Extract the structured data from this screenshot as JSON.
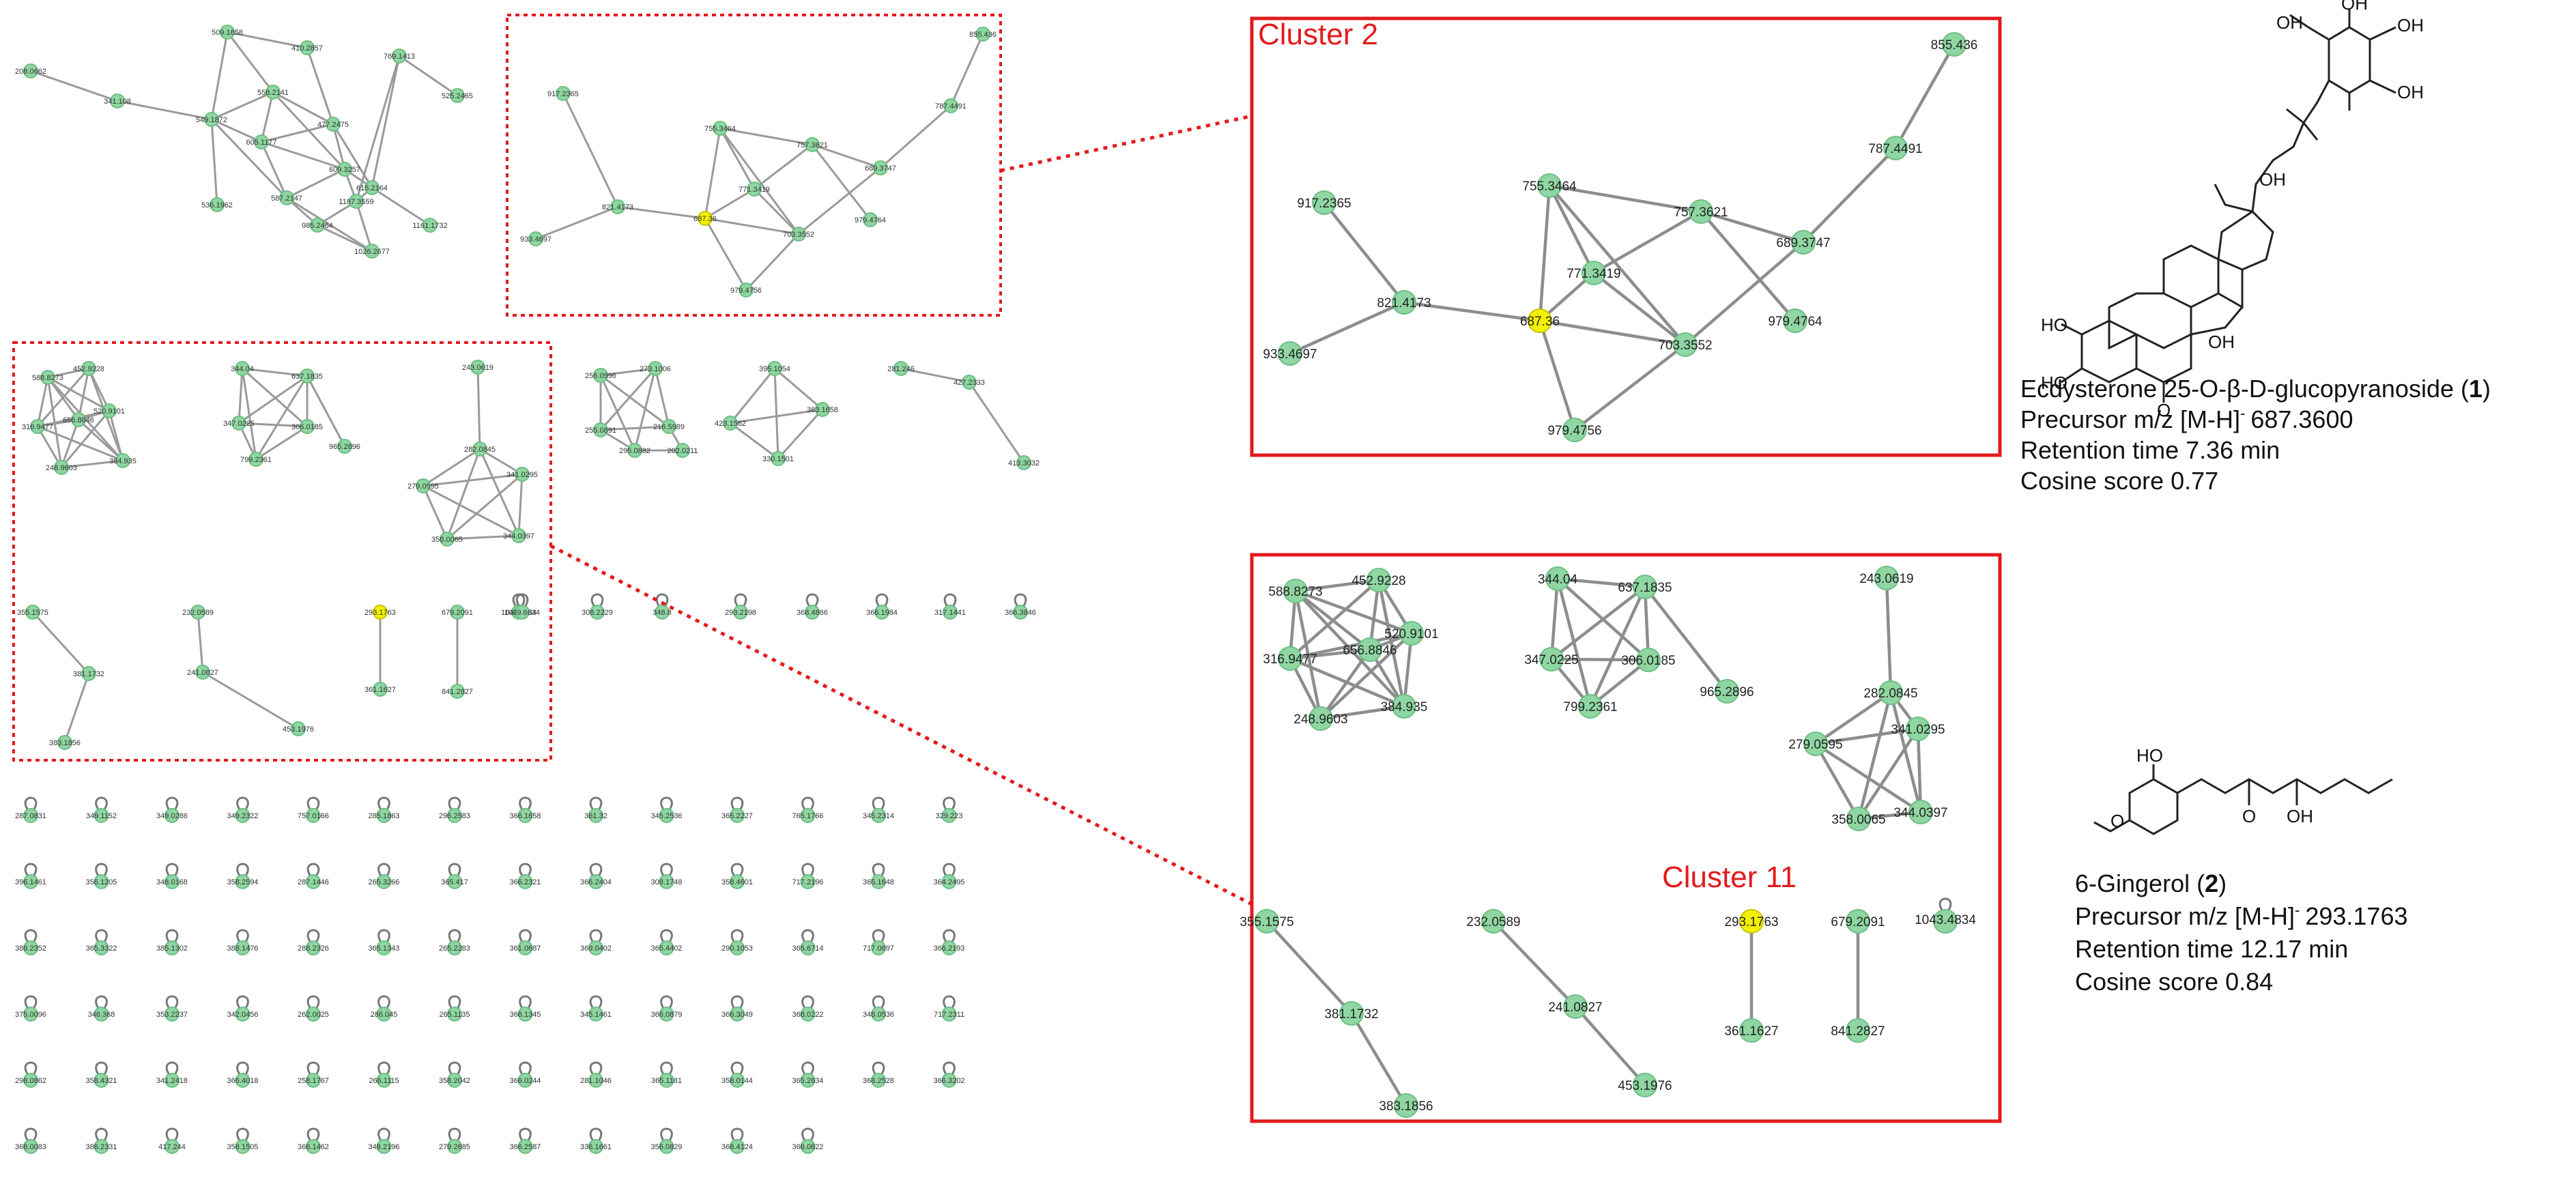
{
  "cluster2_title": "Cluster 2",
  "cluster11_title": "Cluster 11",
  "compound1": {
    "name": "Ecdysterone 25-O-β-D-glucopyranoside (",
    "number": "1",
    "close": ")",
    "precursor_label": "Precursor m/z [M-H]",
    "precursor_sup": "-",
    "precursor_value": "687.3600",
    "rt": "Retention time 7.36 min",
    "cosine": "Cosine score 0.77"
  },
  "compound2": {
    "name": "6-Gingerol (",
    "number": "2",
    "close": ")",
    "precursor_label": "Precursor m/z [M-H]",
    "precursor_sup": "-",
    "precursor_value": "293.1763",
    "rt": "Retention time 12.17 min",
    "cosine": "Cosine score 0.84"
  },
  "mol_labels": {
    "oh": "OH",
    "ho": "HO",
    "o": "O"
  },
  "zoom2": {
    "nodes": [
      {
        "label": "855.436"
      },
      {
        "label": "787.4491"
      },
      {
        "label": "917.2365"
      },
      {
        "label": "755.3464"
      },
      {
        "label": "757.3621"
      },
      {
        "label": "689.3747"
      },
      {
        "label": "771.3419"
      },
      {
        "label": "821.4173"
      },
      {
        "label": "687.36",
        "highlight": true
      },
      {
        "label": "979.4764"
      },
      {
        "label": "933.4697"
      },
      {
        "label": "703.3552"
      },
      {
        "label": "979.4756"
      }
    ]
  },
  "zoom11": {
    "nodes": [
      {
        "label": "588.8273"
      },
      {
        "label": "452.9228"
      },
      {
        "label": "520.9101"
      },
      {
        "label": "316.9477"
      },
      {
        "label": "656.8846"
      },
      {
        "label": "248.9603"
      },
      {
        "label": "384.935"
      },
      {
        "label": "344.04"
      },
      {
        "label": "637.1835"
      },
      {
        "label": "347.0225"
      },
      {
        "label": "306.0185"
      },
      {
        "label": "965.2896"
      },
      {
        "label": "799.2361"
      },
      {
        "label": "243.0619"
      },
      {
        "label": "282.0845"
      },
      {
        "label": "341.0295"
      },
      {
        "label": "279.0595"
      },
      {
        "label": "358.0065"
      },
      {
        "label": "344.0397"
      },
      {
        "label": "355.1575"
      },
      {
        "label": "232.0589"
      },
      {
        "label": "293.1763",
        "highlight": true
      },
      {
        "label": "679.2091"
      },
      {
        "label": "1043.4834"
      },
      {
        "label": "381.1732"
      },
      {
        "label": "241.0827"
      },
      {
        "label": "361.1627"
      },
      {
        "label": "841.2827"
      },
      {
        "label": "383.1856"
      },
      {
        "label": "453.1976"
      }
    ]
  },
  "overview": {
    "cluster1": [
      "208.0662",
      "341.108",
      "509.1658",
      "410.2857",
      "769.1413",
      "525.2465",
      "549.1872",
      "558.2141",
      "477.2475",
      "605.1177",
      "609.3257",
      "536.1962",
      "587.2147",
      "615.2164",
      "1187.3559",
      "1161.1732",
      "985.2464",
      "1026.2677"
    ],
    "cluster2": [
      "855.436",
      "787.4491",
      "917.2365",
      "755.3464",
      "757.3621",
      "689.3747",
      "771.3419",
      "821.4173",
      "687.36",
      "979.4764",
      "933.4697",
      "703.3552",
      "979.4756"
    ],
    "cluster11": [
      "588.8273",
      "452.9228",
      "520.9101",
      "316.9477",
      "656.8846",
      "248.9603",
      "384.935",
      "344.04",
      "637.1835",
      "347.0225",
      "306.0185",
      "965.2896",
      "799.2361",
      "243.0619",
      "282.0845",
      "341.0295",
      "279.0595",
      "358.0065",
      "344.0397",
      "355.1575",
      "232.0589",
      "293.1763",
      "679.2091",
      "1043.4834",
      "381.1732",
      "241.0827",
      "361.1627",
      "841.2827",
      "383.1856",
      "453.1976"
    ],
    "small_a": [
      "256.0996",
      "273.1006",
      "255.0891",
      "216.5989",
      "295.0882",
      "202.0211"
    ],
    "small_b": [
      "395.1054",
      "423.1562",
      "383.1658",
      "330.1501"
    ],
    "small_c": [
      "281.246",
      "427.2333",
      "413.3032"
    ],
    "singles_row": [
      "1069.6634",
      "308.2229",
      "348.8",
      "293.2198",
      "368.4866",
      "366.1984",
      "317.1441",
      "366.3846"
    ],
    "singletons": [
      [
        "287.0831",
        "349.1152",
        "349.0286",
        "349.2322",
        "757.0166",
        "285.1863",
        "296.2583",
        "366.1658",
        "361.32",
        "345.2536",
        "365.2227",
        "765.1766",
        "345.2314",
        "329.223"
      ],
      [
        "396.1461",
        "356.1205",
        "348.0168",
        "358.2594",
        "287.1446",
        "265.3266",
        "365.417",
        "366.2321",
        "366.2404",
        "308.1748",
        "358.4601",
        "717.2196",
        "365.1648",
        "364.2495"
      ],
      [
        "386.2352",
        "365.3322",
        "385.1302",
        "388.1476",
        "288.2326",
        "365.1343",
        "265.2283",
        "361.0687",
        "369.0402",
        "365.4402",
        "290.1053",
        "365.6714",
        "717.0697",
        "366.2193"
      ],
      [
        "375.0096",
        "346.368",
        "353.2237",
        "342.0456",
        "262.0025",
        "286.045",
        "265.1135",
        "366.1345",
        "345.1461",
        "366.0879",
        "366.3049",
        "368.0222",
        "348.0536",
        "717.2311"
      ],
      [
        "298.0862",
        "358.4321",
        "341.2418",
        "366.4018",
        "258.1767",
        "266.1115",
        "358.2042",
        "366.0244",
        "281.1046",
        "365.1181",
        "358.0144",
        "365.2634",
        "368.2528",
        "366.3202"
      ],
      [
        "368.0083",
        "386.2331",
        "417.244",
        "358.1505",
        "366.1462",
        "348.2196",
        "279.2685",
        "366.2587",
        "336.1661",
        "356.0829",
        "368.4124",
        "366.0822"
      ]
    ]
  }
}
